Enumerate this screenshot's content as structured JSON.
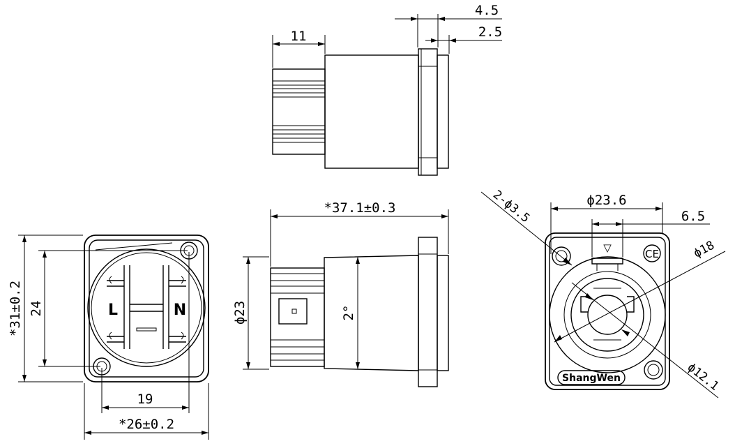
{
  "top_view": {
    "dim_11": "11",
    "dim_4_5": "4.5",
    "dim_2_5": "2.5"
  },
  "front_view": {
    "dim_31": "*31±0.2",
    "dim_24": "24",
    "dim_19": "19",
    "dim_26": "*26±0.2",
    "pin_l": "L",
    "pin_n": "N"
  },
  "side_view": {
    "dim_37_1": "*37.1±0.3",
    "dim_23": "ϕ23",
    "dim_2deg": "2°"
  },
  "rear_view": {
    "dim_23_6": "ϕ23.6",
    "dim_6_5": "6.5",
    "dim_2_3_5": "2-ϕ3.5",
    "dim_18": "ϕ18",
    "dim_12_1": "ϕ12.1",
    "brand": "ShangWen",
    "ce_mark": "CE",
    "triangle": "▽"
  }
}
